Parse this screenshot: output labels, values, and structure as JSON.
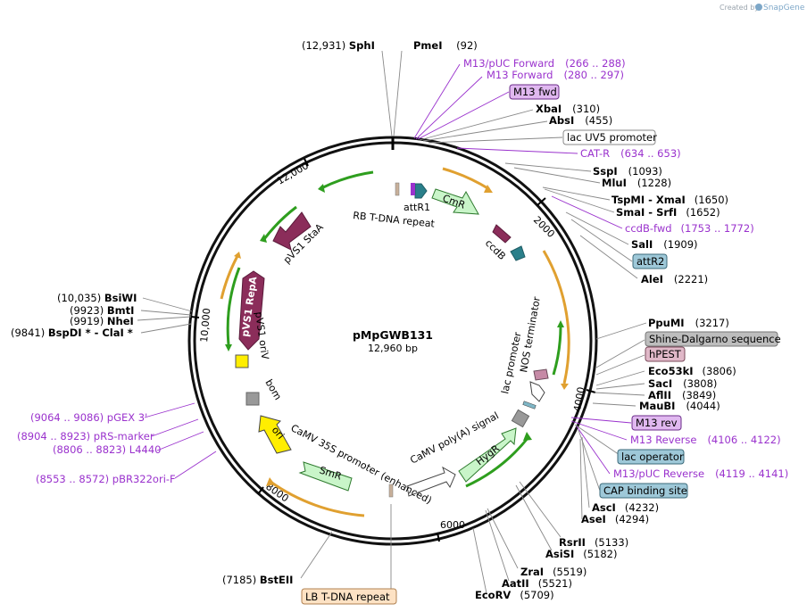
{
  "plasmid": {
    "name": "pMpGWB131",
    "length": "12,960 bp"
  },
  "credit": {
    "prefix": "Created by",
    "brand": "SnapGene"
  },
  "ticks": [
    "2000",
    "4000",
    "6000",
    "8000",
    "10,000",
    "12,000"
  ],
  "sites": [
    {
      "left": "(12,931)",
      "name": "SphI",
      "right": ""
    },
    {
      "left": "",
      "name": "PmeI",
      "right": "(92)"
    },
    {
      "left": "",
      "name": "XbaI",
      "right": "(310)"
    },
    {
      "left": "",
      "name": "AbsI",
      "right": "(455)"
    },
    {
      "left": "",
      "name": "SspI",
      "right": "(1093)"
    },
    {
      "left": "",
      "name": "MluI",
      "right": "(1228)"
    },
    {
      "left": "",
      "name": "TspMI   - XmaI",
      "right": "(1650)"
    },
    {
      "left": "",
      "name": "SmaI   - SrfI",
      "right": "(1652)"
    },
    {
      "left": "",
      "name": "SalI",
      "right": "(1909)"
    },
    {
      "left": "",
      "name": "AleI",
      "right": "(2221)"
    },
    {
      "left": "",
      "name": "PpuMI",
      "right": "(3217)"
    },
    {
      "left": "",
      "name": "Eco53kI",
      "right": "(3806)"
    },
    {
      "left": "",
      "name": "SacI",
      "right": "(3808)"
    },
    {
      "left": "",
      "name": "AflII",
      "right": "(3849)"
    },
    {
      "left": "",
      "name": "MauBI",
      "right": "(4044)"
    },
    {
      "left": "",
      "name": "AscI",
      "right": "(4232)"
    },
    {
      "left": "",
      "name": "AseI",
      "right": "(4294)"
    },
    {
      "left": "",
      "name": "RsrII",
      "right": "(5133)"
    },
    {
      "left": "",
      "name": "AsiSI",
      "right": "(5182)"
    },
    {
      "left": "",
      "name": "ZraI",
      "right": "(5519)"
    },
    {
      "left": "",
      "name": "AatII",
      "right": "(5521)"
    },
    {
      "left": "",
      "name": "EcoRV",
      "right": "(5709)"
    },
    {
      "left": "(7185)",
      "name": "BstEII",
      "right": ""
    },
    {
      "left": "(10,035)",
      "name": "BsiWI",
      "right": ""
    },
    {
      "left": "(9923)",
      "name": "BmtI",
      "right": ""
    },
    {
      "left": "(9919)",
      "name": "NheI",
      "right": ""
    },
    {
      "left": "(9841)",
      "name": "BspDI *  - ClaI *",
      "right": ""
    }
  ],
  "primers": [
    {
      "name": "M13/pUC Forward",
      "range": "(266 .. 288)"
    },
    {
      "name": "M13 Forward",
      "range": "(280 .. 297)"
    },
    {
      "name": "CAT-R",
      "range": "(634 .. 653)"
    },
    {
      "name": "ccdB-fwd",
      "range": "(1753 .. 1772)"
    },
    {
      "name": "M13 Reverse",
      "range": "(4106 .. 4122)"
    },
    {
      "name": "M13/pUC Reverse",
      "range": "(4119 .. 4141)"
    },
    {
      "name": "pGEX 3'",
      "range": "(9064 .. 9086)"
    },
    {
      "name": "pRS-marker",
      "range": "(8904 .. 8923)"
    },
    {
      "name": "L4440",
      "range": "(8806 .. 8823)"
    },
    {
      "name": "pBR322ori-F",
      "range": "(8553 .. 8572)"
    }
  ],
  "boxes": {
    "m13fwd": "M13 fwd",
    "lacuv5": "lac UV5 promoter",
    "attr2": "attR2",
    "shine": "Shine-Dalgarno sequence",
    "hpest": "hPEST",
    "m13rev": "M13 rev",
    "lacop": "lac operator",
    "cap": "CAP binding site",
    "lbrepeat": "LB T-DNA repeat"
  },
  "features": {
    "attr1": "attR1",
    "cmr": "CmR",
    "ccdb": "ccdB",
    "rb": "RB T-DNA repeat",
    "stab": "pVS1 StaA",
    "repa": "pVS1 RepA",
    "oriv": "pVS1 oriV",
    "bom": "bom",
    "ori": "ori",
    "camv": "CaMV 35S promoter (enhanced)",
    "smr": "SmR",
    "polya": "CaMV poly(A) signal",
    "hygr": "HygR",
    "lacprom": "lac promoter",
    "nos": "NOS terminator"
  },
  "colors": {
    "backbone": "#000000",
    "green": "#2e9e1e",
    "orange": "#e0a030",
    "primer": "#9a32cd",
    "marker": "#8b2d5a",
    "teal": "#2a7f8a",
    "cmr": "#c9f5c9",
    "ori": "#ffee00",
    "leader": "#888888"
  }
}
